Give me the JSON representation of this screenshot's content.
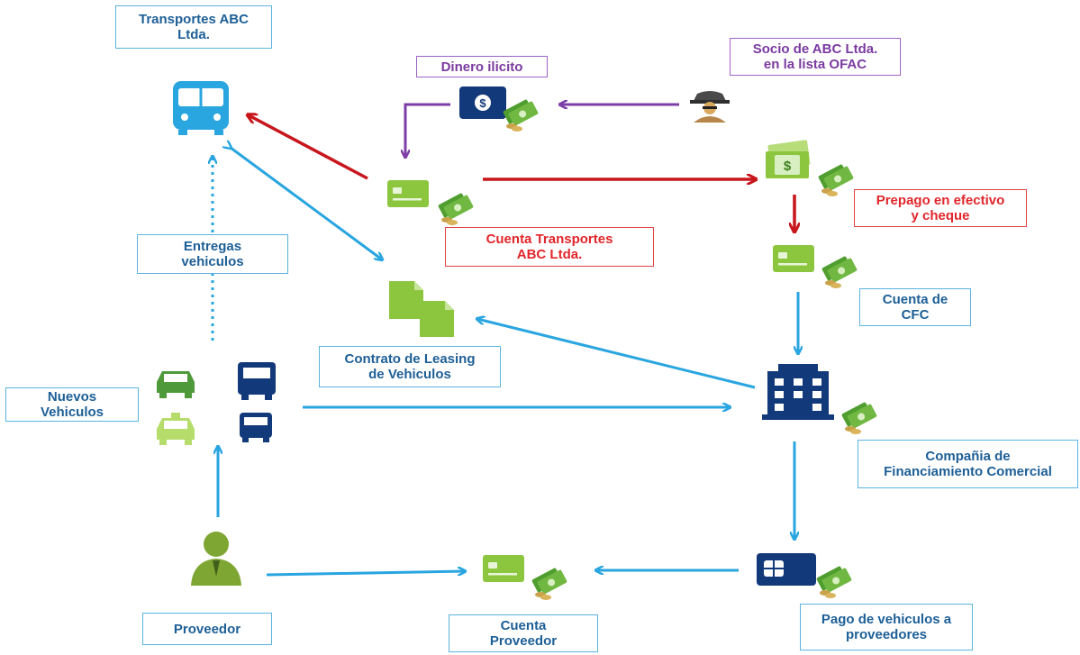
{
  "labels": {
    "transportes_abc": "Transportes ABC\nLtda.",
    "dinero_ilicito": "Dinero ilicito",
    "socio_ofac": "Socio de ABC Ltda.\nen la lista OFAC",
    "prepago": "Prepago en efectivo\ny cheque",
    "cuenta_transportes": "Cuenta Transportes\nABC Ltda.",
    "entregas": "Entregas\nvehiculos",
    "cuenta_cfc": "Cuenta de\nCFC",
    "contrato": "Contrato de Leasing\nde Vehiculos",
    "nuevos": "Nuevos\nVehiculos",
    "compania": "Compañia de\nFinanciamiento Comercial",
    "proveedor": "Proveedor",
    "cuenta_proveedor": "Cuenta\nProveedor",
    "pago": "Pago de vehiculos a\nproveedores"
  },
  "icons": {
    "bus": "bus-icon",
    "wallet": "dollar-wallet-icon",
    "spy": "spy-icon",
    "cash": "cash-bill-icon",
    "card": "card-icon",
    "documents": "documents-icon",
    "building": "building-icon",
    "person": "person-icon",
    "chip_card": "chip-card-icon",
    "money": "money-stack-icon"
  },
  "colors": {
    "blue_arrow": "#29a5e0",
    "red_arrow": "#c8161d",
    "purple_arrow": "#7d3fa7",
    "navy": "#12397a",
    "green": "#8cc63f",
    "label_text": "#1d5f96",
    "label_border": "#5bb3e0"
  }
}
